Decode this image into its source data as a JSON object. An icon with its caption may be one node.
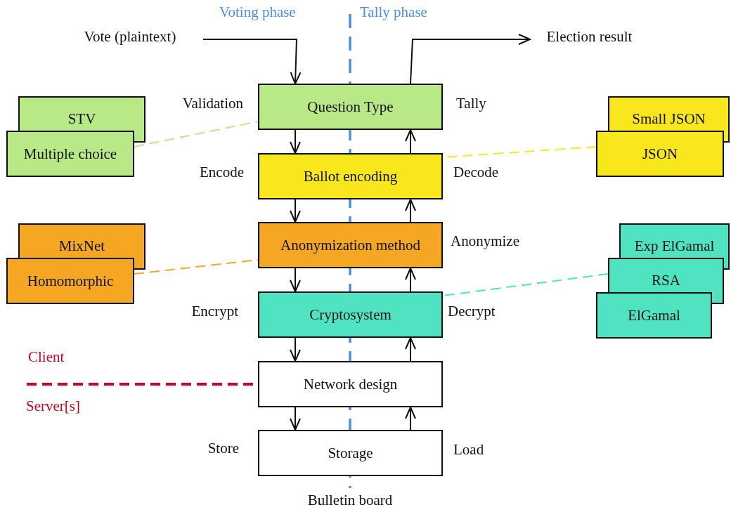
{
  "diagram": {
    "nodes": [
      {
        "text": [
          "Vote (plaintext)"
        ]
      },
      {
        "text": [
          "Election result"
        ]
      },
      {
        "text": [
          "Question Type"
        ]
      },
      {
        "text": [
          "Ballot encoding"
        ]
      },
      {
        "text": [
          "Anonymization method"
        ]
      },
      {
        "text": [
          "Cryptosystem"
        ]
      },
      {
        "text": [
          "Network design"
        ]
      },
      {
        "text": [
          "Storage"
        ]
      },
      {
        "text": [
          "STV"
        ]
      },
      {
        "text": [
          "Multiple choice"
        ]
      },
      {
        "text": [
          "Small JSON"
        ]
      },
      {
        "text": [
          "JSON"
        ]
      },
      {
        "text": [
          "MixNet"
        ]
      },
      {
        "text": [
          "Homomorphic"
        ]
      },
      {
        "text": [
          "Exp ElGamal"
        ]
      },
      {
        "text": [
          "RSA"
        ]
      },
      {
        "text": [
          "ElGamal"
        ]
      }
    ],
    "edges": [
      {
        "from": 0,
        "to": 2,
        "arrow": "to"
      },
      {
        "from": 2,
        "to": 3,
        "arrow": "to"
      },
      {
        "from": 3,
        "to": 4,
        "arrow": "to"
      },
      {
        "from": 4,
        "to": 5,
        "arrow": "to"
      },
      {
        "from": 5,
        "to": 6,
        "arrow": "to"
      },
      {
        "from": 6,
        "to": 7,
        "arrow": "to"
      },
      {
        "from": 7,
        "to": 6,
        "arrow": "to"
      },
      {
        "from": 6,
        "to": 5,
        "arrow": "to"
      },
      {
        "from": 5,
        "to": 4,
        "arrow": "to"
      },
      {
        "from": 4,
        "to": 3,
        "arrow": "to"
      },
      {
        "from": 3,
        "to": 2,
        "arrow": "to"
      },
      {
        "from": 2,
        "to": 1,
        "arrow": "to"
      },
      {
        "from": 9,
        "to": 2,
        "arrow": "none",
        "style": "dashed",
        "color": "#b8e986"
      },
      {
        "from": 11,
        "to": 3,
        "arrow": "none",
        "style": "dashed",
        "color": "#f8e71c"
      },
      {
        "from": 13,
        "to": 4,
        "arrow": "none",
        "style": "dashed",
        "color": "#f5a623"
      },
      {
        "from": 15,
        "to": 5,
        "arrow": "none",
        "style": "dashed",
        "color": "#50e3c2"
      },
      {
        "from": null,
        "to": 6,
        "arrow": "none",
        "style": "dashed",
        "color": "#d0021b"
      }
    ],
    "labels": [
      "Voting phase",
      "Tally phase",
      "Validation",
      "Tally",
      "Encode",
      "Decode",
      "Anonymize",
      "Encrypt",
      "Decrypt",
      "Client",
      "Server[s]",
      "Store",
      "Load",
      "Bulletin board"
    ]
  }
}
